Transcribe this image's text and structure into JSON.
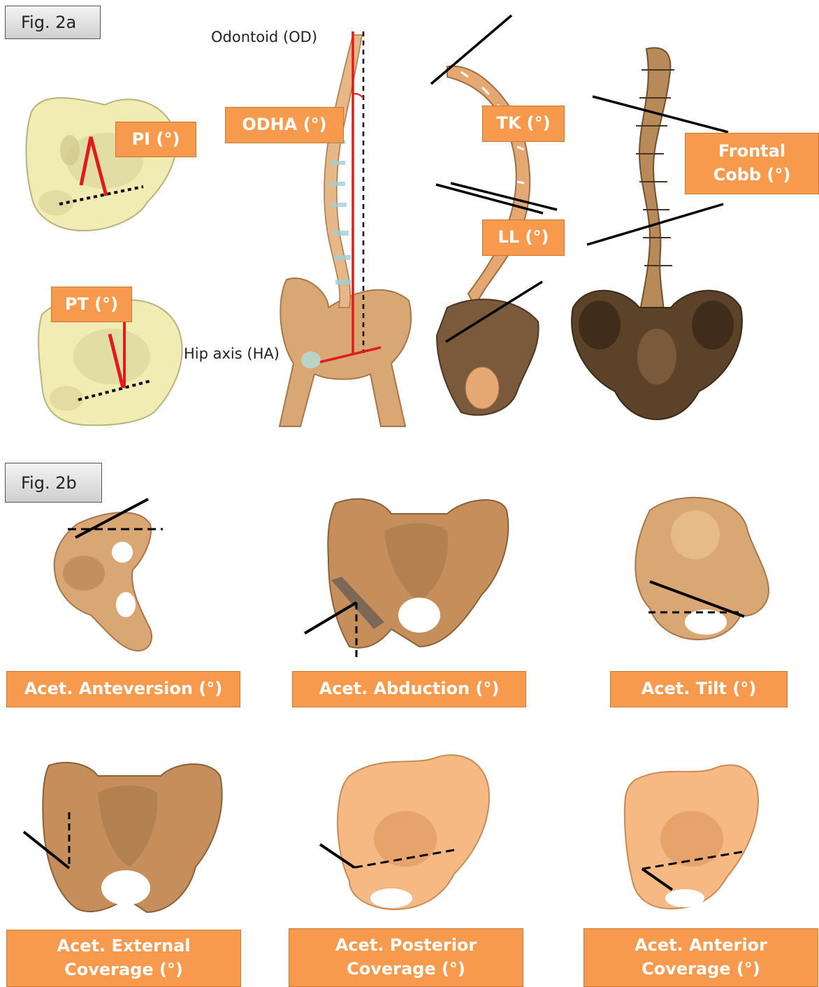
{
  "fig2a": {
    "tag": "Fig. 2a",
    "pi_label": "PI (°)",
    "pt_label": "PT (°)",
    "odha_label": "ODHA (°)",
    "odontoid_text": "Odontoid (OD)",
    "hip_axis_text": "Hip axis (HA)",
    "tk_label": "TK (°)",
    "ll_label": "LL (°)",
    "frontal_cobb_line1": "Frontal",
    "frontal_cobb_line2": "Cobb (°)"
  },
  "fig2b": {
    "tag": "Fig. 2b",
    "anteversion": "Acet. Anteversion (°)",
    "abduction": "Acet. Abduction (°)",
    "tilt": "Acet. Tilt (°)",
    "external_line1": "Acet. External",
    "external_line2": "Coverage (°)",
    "posterior_line1": "Acet. Posterior",
    "posterior_line2": "Coverage (°)",
    "anterior_line1": "Acet. Anterior",
    "anterior_line2": "Coverage (°)"
  },
  "colors": {
    "label_fill": "#f79a4e",
    "bone_tan": "#d9a774",
    "bone_yellow": "#f1ecb4",
    "bone_peach": "#f6b984",
    "bone_dark": "#7a5a3a",
    "measure_red": "#e11a1a"
  }
}
